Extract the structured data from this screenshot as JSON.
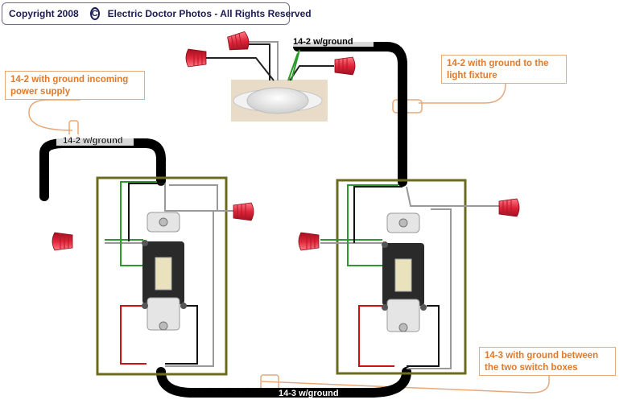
{
  "header": {
    "copyright_text": "Copyright 2008",
    "copyright_symbol": "C",
    "owner_text": "Electric Doctor Photos - All Rights Reserved"
  },
  "callouts": {
    "incoming": "14-2 with ground incoming power supply",
    "fixture": "14-2 with ground to the light fixture",
    "between": "14-3 with ground between the two switch boxes"
  },
  "cable_labels": {
    "incoming": "14-2 w/ground",
    "fixture": "14-2  w/ground",
    "between": "14-3 w/ground"
  },
  "colors": {
    "box_outline": "#6b6b1f",
    "wire_nut": "#e0253a",
    "callout_text": "#e07a2a",
    "ground_wire": "#2a9a2a",
    "hot_wire": "#000000",
    "neutral_wire": "#bbbbbb",
    "traveler_wire": "#d01010"
  }
}
